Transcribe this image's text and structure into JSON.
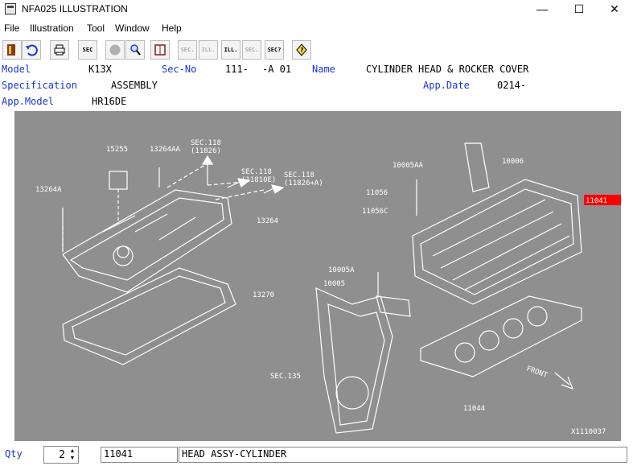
{
  "window": {
    "title": "NFA025  ILLUSTRATION",
    "minimize": "—",
    "maximize": "☐",
    "close": "✕"
  },
  "menu": [
    "File",
    "Illustration",
    "Tool",
    "Window",
    "Help"
  ],
  "toolbar": {
    "sec_label": "SEC",
    "sec_dot_label": "SEC.",
    "ill_label": "ILL.",
    "sec_query_label": "SEC?"
  },
  "info": {
    "model_label": "Model",
    "model_value": "K13X",
    "secno_label": "Sec-No",
    "secno_value": "111-",
    "secno_suffix": "-A 01",
    "name_label": "Name",
    "name_value": "CYLINDER HEAD & ROCKER COVER",
    "spec_label": "Specification",
    "spec_value": "ASSEMBLY",
    "appdate_label": "App.Date",
    "appdate_value": "0214-",
    "appmodel_label": "App.Model",
    "appmodel_value": "HR16DE"
  },
  "illustration": {
    "background": "#8f8f8f",
    "highlight_color": "#ff0000",
    "callouts": {
      "c15255": "15255",
      "c13264AA": "13264AA",
      "sec118a": "SEC.118",
      "sec118a_sub": "(11826)",
      "sec118b": "SEC.118",
      "sec118b_sub": "(11810E)",
      "sec118c": "SEC.118",
      "sec118c_sub": "(11826+A)",
      "c13264A": "13264A",
      "c13264": "13264",
      "c13270": "13270",
      "c10005AA": "10005AA",
      "c10006": "10006",
      "c11056": "11056",
      "c11056C": "11056C",
      "c11041": "11041",
      "c10005A": "10005A",
      "c10005": "10005",
      "sec135": "SEC.135",
      "c11044": "11044",
      "front": "FRONT",
      "figure_id": "X1110037"
    }
  },
  "status": {
    "qty_label": "Qty",
    "qty_value": "2",
    "part_no": "11041",
    "part_name": "HEAD ASSY-CYLINDER"
  }
}
